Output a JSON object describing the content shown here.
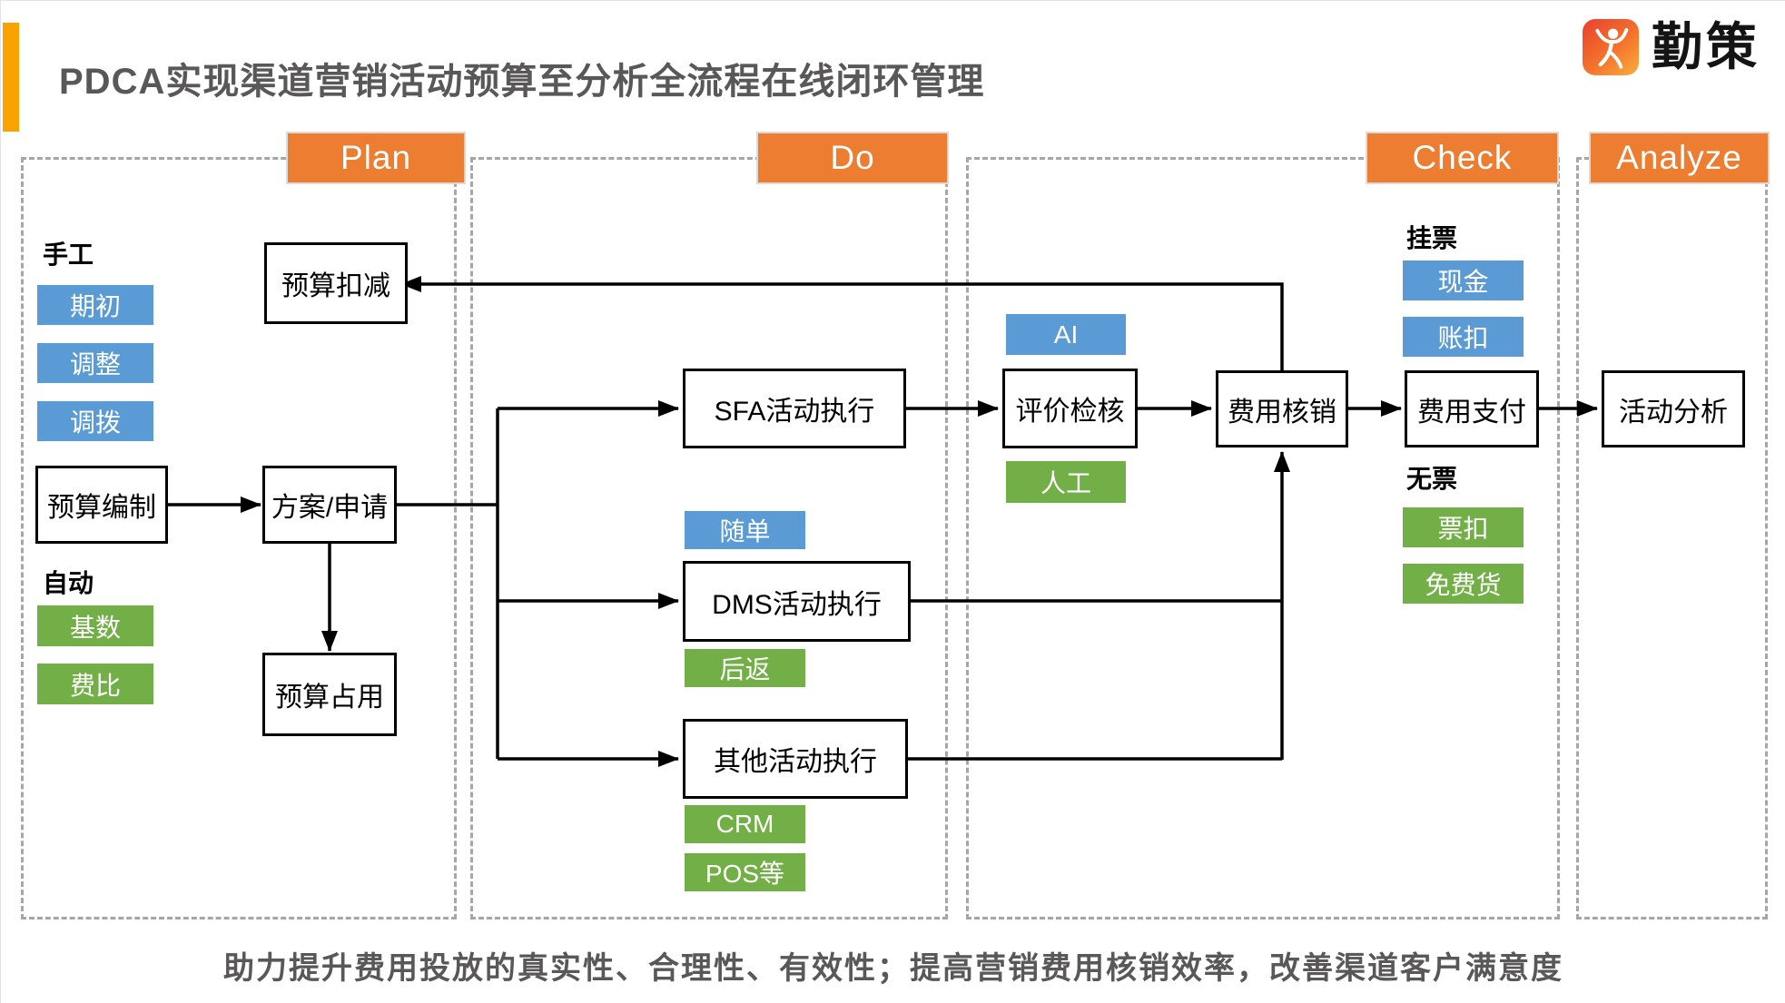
{
  "header": {
    "title": "PDCA实现渠道营销活动预算至分析全流程在线闭环管理",
    "brand_name": "勤策"
  },
  "footer": {
    "text": "助力提升费用投放的真实性、合理性、有效性；提高营销费用核销效率，改善渠道客户满意度"
  },
  "colors": {
    "accent_bar_orange": "#F9A200",
    "phase_header_orange": "#ED7D31",
    "chip_blue": "#5B9BD5",
    "chip_green": "#72AF47",
    "title_gray": "#595757",
    "dash_border_gray": "#A6A6A6",
    "node_border_black": "#000000"
  },
  "plan": {
    "header_label": "Plan",
    "manual_label": "手工",
    "manual_chips": [
      "期初",
      "调整",
      "调拨"
    ],
    "auto_label": "自动",
    "auto_chips": [
      "基数",
      "费比"
    ],
    "node_deduction": "预算扣减",
    "node_compile": "预算编制",
    "node_proposal": "方案/申请",
    "node_occupy": "预算占用"
  },
  "do": {
    "header_label": "Do",
    "node_sfa": "SFA活动执行",
    "chip_suidan": "随单",
    "node_dms": "DMS活动执行",
    "chip_houfan": "后返",
    "node_other": "其他活动执行",
    "chip_crm": "CRM",
    "chip_pos": "POS等"
  },
  "check": {
    "header_label": "Check",
    "chip_ai": "AI",
    "node_review": "评价检核",
    "chip_manual": "人工",
    "node_writeoff": "费用核销",
    "guapiao_label": "挂票",
    "chip_cash": "现金",
    "chip_zhangkou": "账扣",
    "node_payment": "费用支付",
    "wupiao_label": "无票",
    "chip_piaokou": "票扣",
    "chip_free_goods": "免费货"
  },
  "analyze": {
    "header_label": "Analyze",
    "node_analysis": "活动分析"
  }
}
